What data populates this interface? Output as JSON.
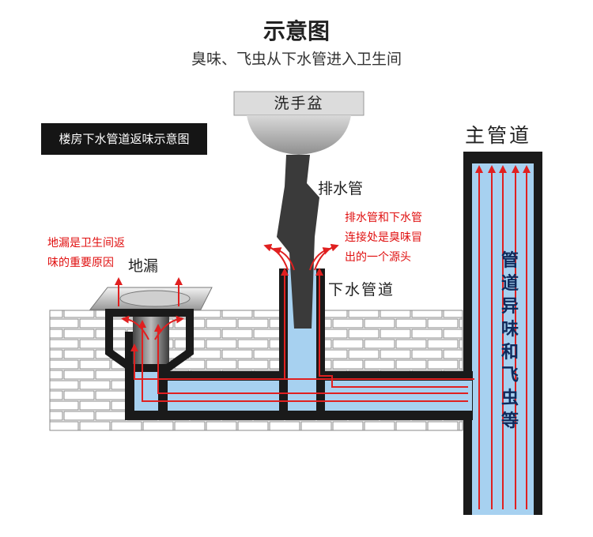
{
  "header": {
    "title": "示意图",
    "subtitle": "臭味、飞虫从下水管进入卫生间"
  },
  "badge": {
    "text": "楼房下水管道返味示意图"
  },
  "labels": {
    "basin": "洗手盆",
    "drain_pipe": "排水管",
    "floor_drain": "地漏",
    "sewer_pipe": "下水管道",
    "main_pipe": "主管道"
  },
  "notes": {
    "floor_drain": [
      "地漏是卫生间返",
      "味的重要原因"
    ],
    "joint": [
      "排水管和下水管",
      "连接处是臭味冒",
      "出的一个源头"
    ]
  },
  "main_pipe_vertical_text": [
    "管",
    "道",
    "异",
    "味",
    "和",
    "飞",
    "虫",
    "等"
  ],
  "colors": {
    "water_blue": "#a7d1f0",
    "pipe_dark": "#1a1a1a",
    "arrow_red": "#e02020",
    "brick_wall": "#ffffff"
  }
}
